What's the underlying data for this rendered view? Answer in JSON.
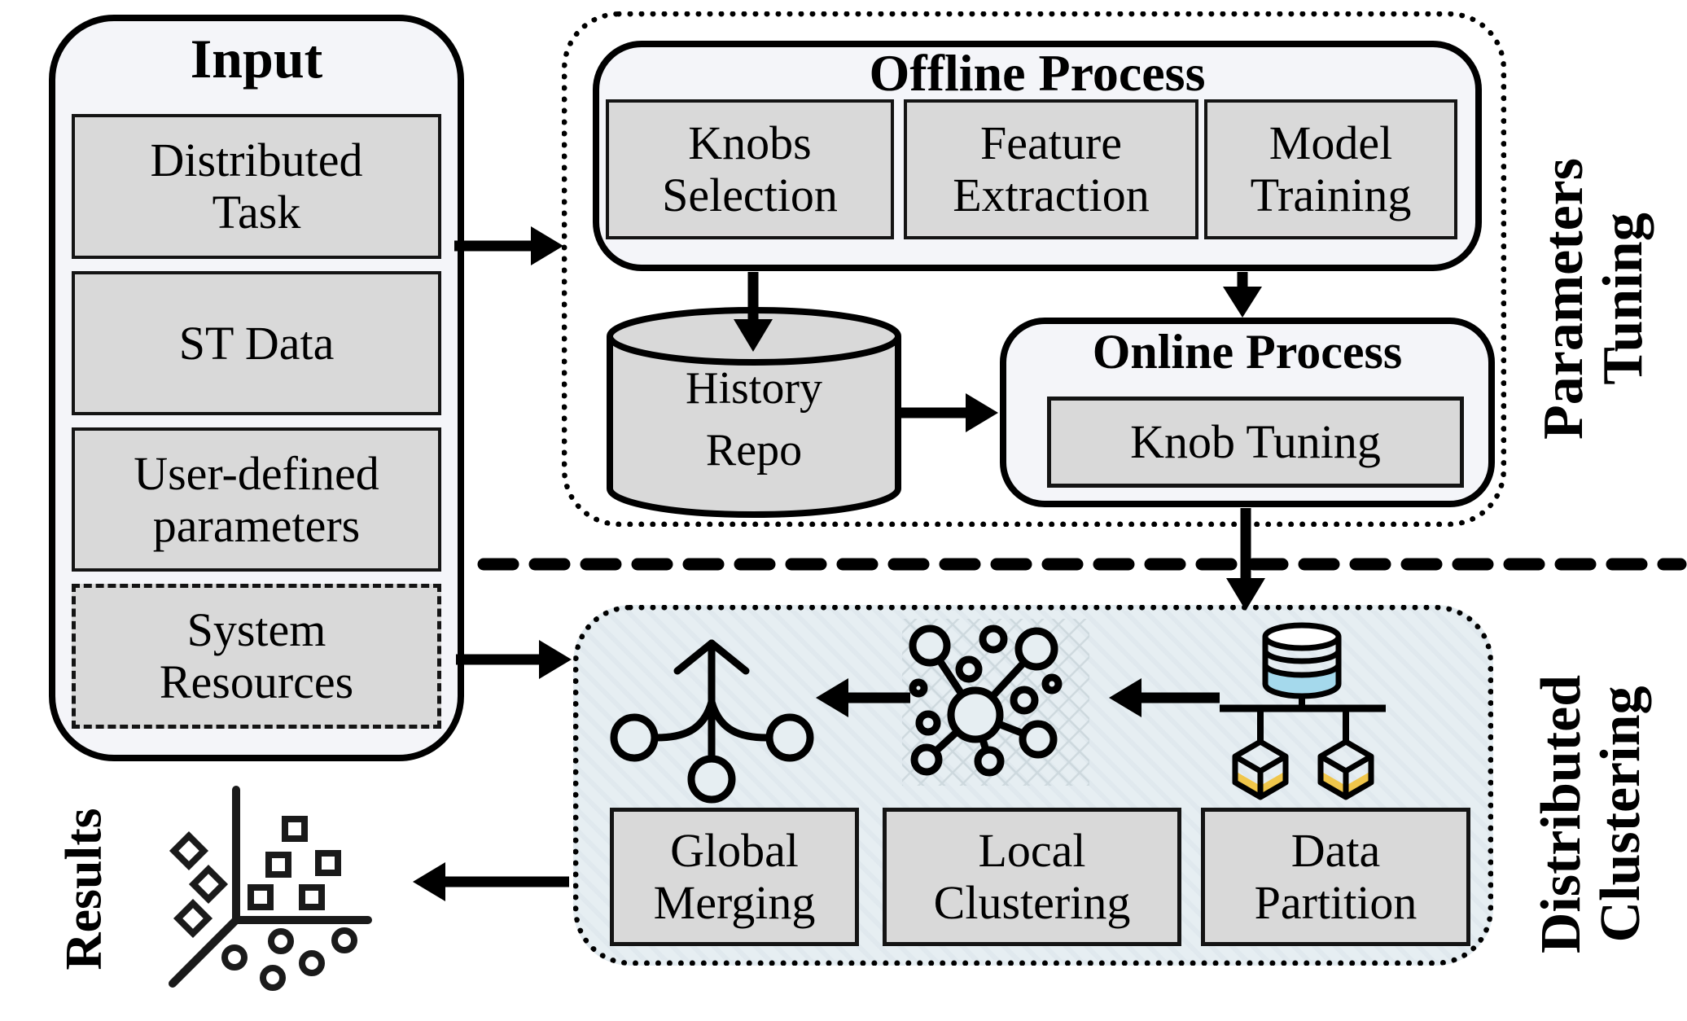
{
  "diagram": {
    "input": {
      "title": "Input",
      "items": [
        {
          "id": "distributed-task",
          "lines": [
            "Distributed",
            "Task"
          ]
        },
        {
          "id": "st-data",
          "lines": [
            "ST Data"
          ]
        },
        {
          "id": "user-defined-parameters",
          "lines": [
            "User-defined",
            "parameters"
          ]
        },
        {
          "id": "system-resources",
          "lines": [
            "System",
            "Resources"
          ]
        }
      ]
    },
    "offline_process": {
      "title": "Offline Process",
      "items": [
        {
          "id": "knobs-selection",
          "lines": [
            "Knobs",
            "Selection"
          ]
        },
        {
          "id": "feature-extraction",
          "lines": [
            "Feature",
            "Extraction"
          ]
        },
        {
          "id": "model-training",
          "lines": [
            "Model",
            "Training"
          ]
        }
      ]
    },
    "history_repo": {
      "lines": [
        "History",
        "Repo"
      ]
    },
    "online_process": {
      "title": "Online Process",
      "items": [
        {
          "id": "knob-tuning",
          "lines": [
            "Knob Tuning"
          ]
        }
      ]
    },
    "distributed_clustering": {
      "items": [
        {
          "id": "global-merging",
          "lines": [
            "Global",
            "Merging"
          ]
        },
        {
          "id": "local-clustering",
          "lines": [
            "Local",
            "Clustering"
          ]
        },
        {
          "id": "data-partition",
          "lines": [
            "Data",
            "Partition"
          ]
        }
      ]
    },
    "side_labels": {
      "top": {
        "lines": [
          "Parameters",
          "Tuning"
        ]
      },
      "bottom": {
        "lines": [
          "Distributed",
          "Clustering"
        ]
      }
    },
    "results_label": "Results",
    "icons": {
      "history": "database-cylinder-icon",
      "global_merging": "merge-arrows-icon",
      "local_clustering": "network-cluster-icon",
      "data_partition": "database-partition-icon",
      "results": "scatter-plot-3d-axes-icon"
    },
    "colors": {
      "panel_bg": "#f4f5f9",
      "box_gray": "#d9d9d9",
      "cluster_bg": "#e6eef2",
      "db_blue": "#a5d9ec",
      "cube_yellow": "#f0c64a",
      "stroke": "#000000"
    }
  }
}
